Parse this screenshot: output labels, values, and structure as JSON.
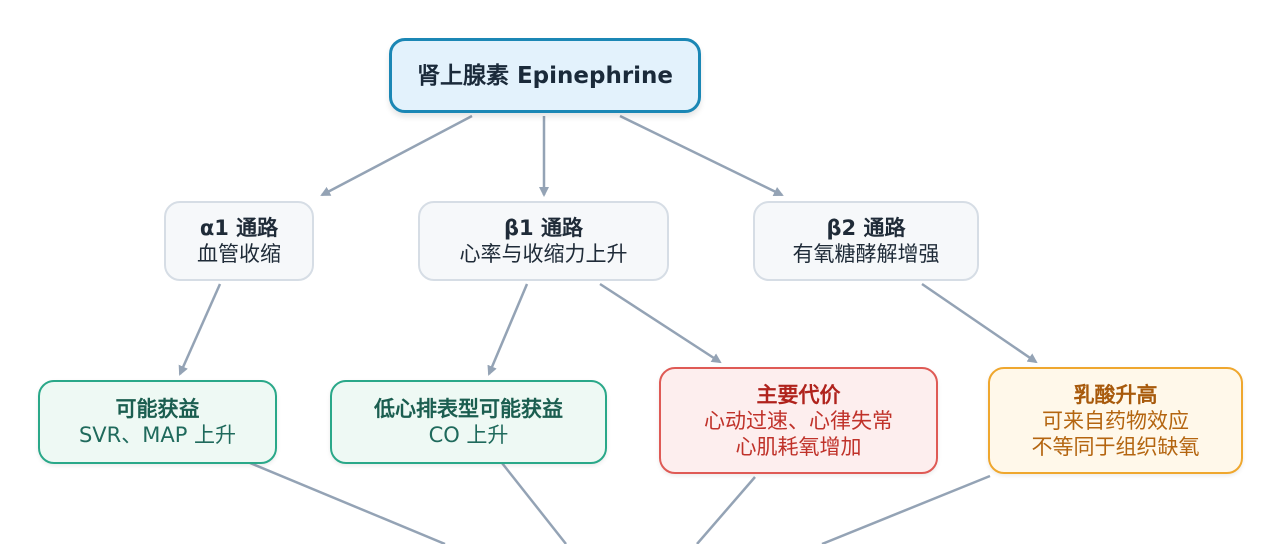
{
  "colors": {
    "edge": "#94a3b5",
    "root_border": "#1b87b5",
    "grey_border": "#d6dde5",
    "green_border": "#2aa889",
    "red_border": "#df5a55",
    "orange_border": "#efa72e"
  },
  "nodes": {
    "root": {
      "title": "肾上腺素 Epinephrine"
    },
    "alpha1": {
      "title": "α1 通路",
      "sub": "血管收缩"
    },
    "beta1": {
      "title": "β1 通路",
      "sub": "心率与收缩力上升"
    },
    "beta2": {
      "title": "β2 通路",
      "sub": "有氧糖酵解增强"
    },
    "benefit": {
      "title": "可能获益",
      "sub": "SVR、MAP 上升"
    },
    "low_co": {
      "title": "低心排表型可能获益",
      "sub": "CO 上升"
    },
    "cost": {
      "title": "主要代价",
      "line1": "心动过速、心律失常",
      "line2": "心肌耗氧增加"
    },
    "lactate": {
      "title": "乳酸升高",
      "line1": "可来自药物效应",
      "line2": "不等同于组织缺氧"
    }
  },
  "edges": [
    {
      "from": "root",
      "to": "alpha1"
    },
    {
      "from": "root",
      "to": "beta1"
    },
    {
      "from": "root",
      "to": "beta2"
    },
    {
      "from": "alpha1",
      "to": "benefit"
    },
    {
      "from": "beta1",
      "to": "low_co"
    },
    {
      "from": "beta1",
      "to": "cost"
    },
    {
      "from": "beta2",
      "to": "lactate"
    },
    {
      "from": "benefit",
      "to": "offscreen"
    },
    {
      "from": "low_co",
      "to": "offscreen"
    },
    {
      "from": "cost",
      "to": "offscreen"
    },
    {
      "from": "lactate",
      "to": "offscreen"
    }
  ]
}
